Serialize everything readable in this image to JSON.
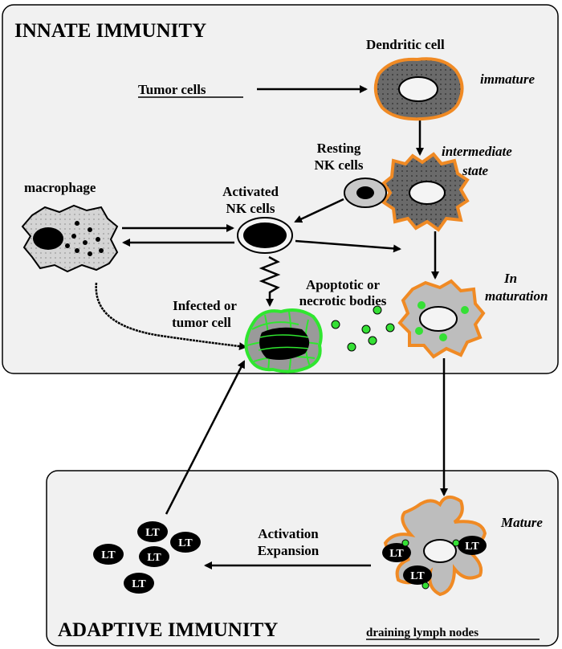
{
  "innate": {
    "title": "INNATE IMMUNITY"
  },
  "adaptive": {
    "title": "ADAPTIVE IMMUNITY",
    "location": "draining lymph nodes"
  },
  "labels": {
    "dendritic_cell": "Dendritic cell",
    "immature": "immature",
    "tumor_cells": "Tumor cells",
    "resting_nk_1": "Resting",
    "resting_nk_2": "NK cells",
    "intermediate_1": "intermediate",
    "intermediate_2": "state",
    "macrophage": "macrophage",
    "activated_nk_1": "Activated",
    "activated_nk_2": "NK cells",
    "in_maturation_1": "In",
    "in_maturation_2": "maturation",
    "apoptotic_1": "Apoptotic  or",
    "apoptotic_2": "necrotic bodies",
    "infected_1": "Infected or",
    "infected_2": "tumor cell",
    "mature": "Mature",
    "activation": "Activation",
    "expansion": "Expansion",
    "lt": "LT"
  },
  "colors": {
    "box_fill": "#f1f1f1",
    "dc_outline": "#f08a24",
    "infected_outline": "#2fe62f",
    "apoptotic_green": "#35e035",
    "dark_cell": "#4a4a4a",
    "light_cell": "#bdbdbd"
  }
}
